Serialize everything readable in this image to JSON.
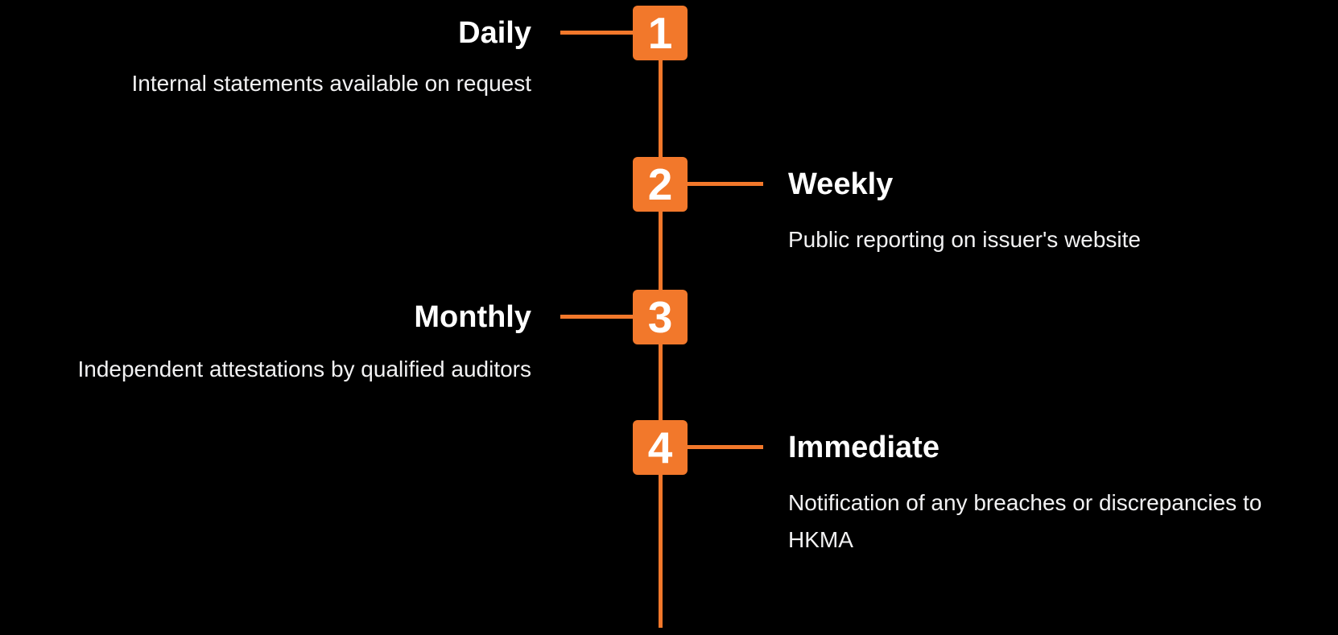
{
  "diagram": {
    "type": "vertical-timeline",
    "colors": {
      "accent": "#F2782B",
      "background": "#000000",
      "title_text": "#FFFFFF",
      "body_text": "#F2F2F3"
    },
    "items": [
      {
        "number": "1",
        "title": "Daily",
        "description": "Internal statements available on request",
        "side": "left"
      },
      {
        "number": "2",
        "title": "Weekly",
        "description": "Public reporting on issuer's website",
        "side": "right"
      },
      {
        "number": "3",
        "title": "Monthly",
        "description": "Independent attestations by qualified auditors",
        "side": "left"
      },
      {
        "number": "4",
        "title": "Immediate",
        "description": "Notification of any breaches or discrepancies to\nHKMA",
        "side": "right"
      }
    ]
  }
}
